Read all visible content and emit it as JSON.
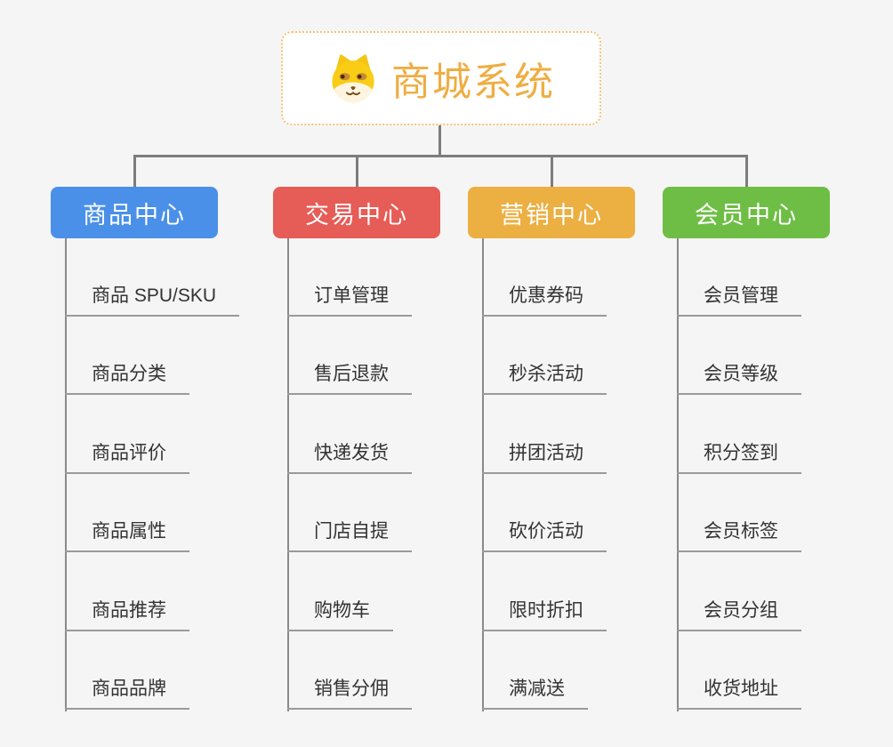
{
  "root": {
    "title": "商城系统",
    "icon": "shiba-dog-icon"
  },
  "branches": [
    {
      "label": "商品中心",
      "color": "#4a90e8",
      "children": [
        "商品 SPU/SKU",
        "商品分类",
        "商品评价",
        "商品属性",
        "商品推荐",
        "商品品牌"
      ]
    },
    {
      "label": "交易中心",
      "color": "#e65c56",
      "children": [
        "订单管理",
        "售后退款",
        "快递发货",
        "门店自提",
        "购物车",
        "销售分佣"
      ]
    },
    {
      "label": "营销中心",
      "color": "#ecaf41",
      "children": [
        "优惠券码",
        "秒杀活动",
        "拼团活动",
        "砍价活动",
        "限时折扣",
        "满减送"
      ]
    },
    {
      "label": "会员中心",
      "color": "#6ebe45",
      "children": [
        "会员管理",
        "会员等级",
        "积分签到",
        "会员标签",
        "会员分组",
        "收货地址"
      ]
    }
  ],
  "colors": {
    "background": "#f5f5f5",
    "connector": "#7d7d7d",
    "trunk": "#8a8a8a",
    "underline": "#9a9a9a",
    "item_text": "#333333",
    "title_text": "#efad43",
    "title_border": "#f3c276",
    "node_text": "#ffffff"
  }
}
